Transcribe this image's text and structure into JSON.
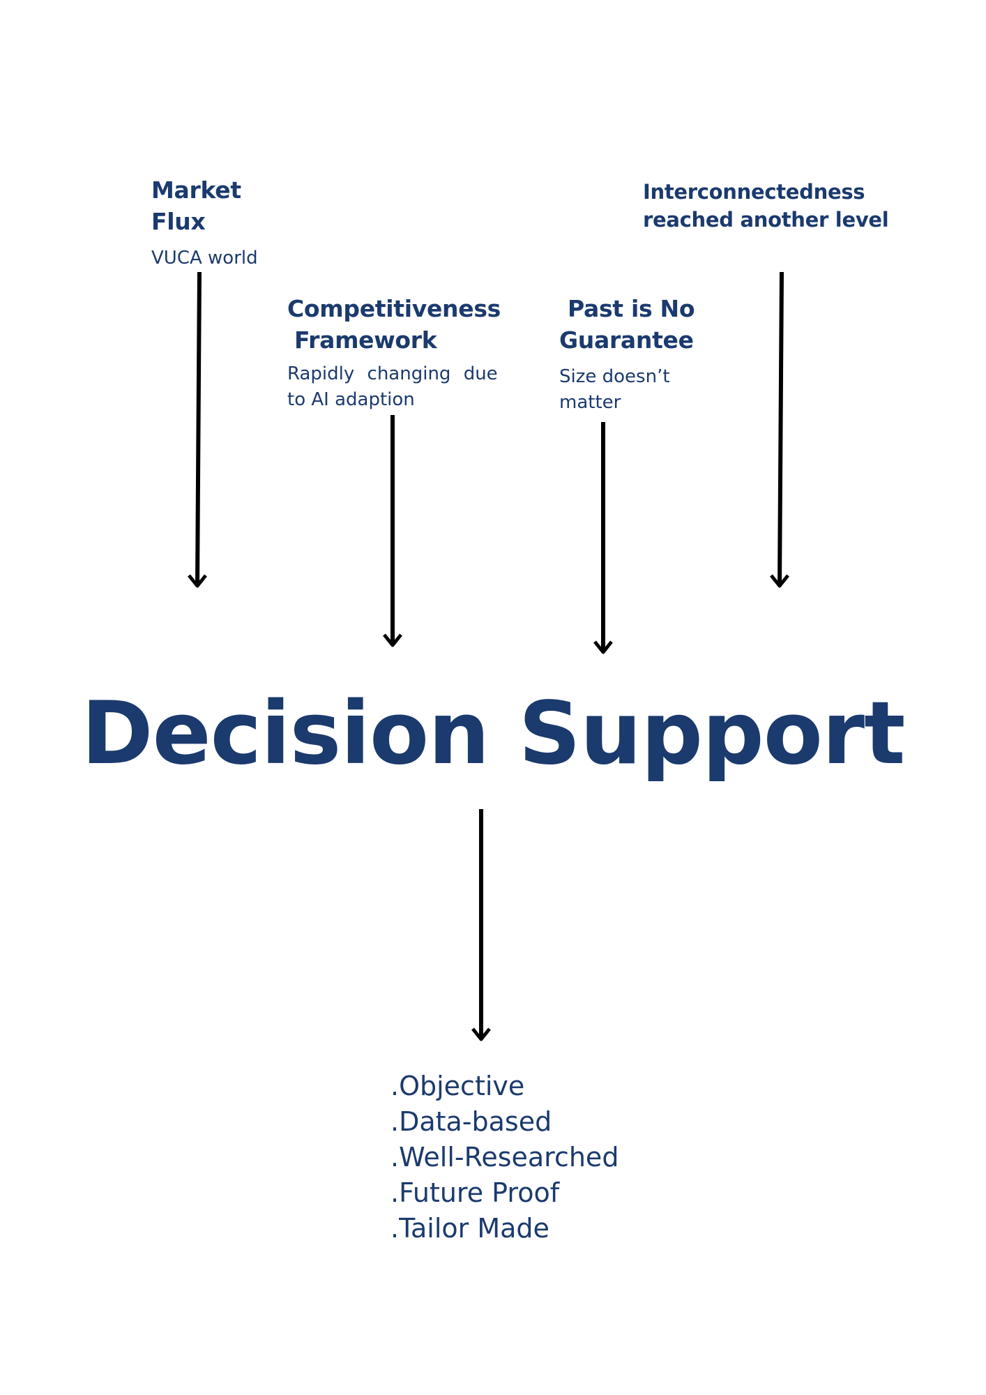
{
  "factors": {
    "market_flux": {
      "title_lines": [
        "Market",
        "Flux"
      ],
      "subtitle_lines": [
        "VUCA world"
      ]
    },
    "competitiveness": {
      "title_lines": [
        "Competitiveness",
        " Framework"
      ],
      "subtitle_lines": [
        "Rapidly changing due",
        "to AI adaption"
      ]
    },
    "past": {
      "title_lines": [
        " Past is No",
        "Guarantee"
      ],
      "subtitle_lines": [
        "Size doesn’t",
        "matter"
      ]
    },
    "interconnectedness": {
      "title_lines": [
        "Interconnectedness",
        "reached another level"
      ]
    }
  },
  "main": {
    "title": "Decision Support"
  },
  "benefits": [
    ".Objective",
    ".Data-based",
    ".Well-Researched",
    ".Future Proof",
    ".Tailor Made"
  ],
  "colors": {
    "text": "#1b3a6e",
    "arrow": "#000000",
    "background": "#ffffff"
  }
}
